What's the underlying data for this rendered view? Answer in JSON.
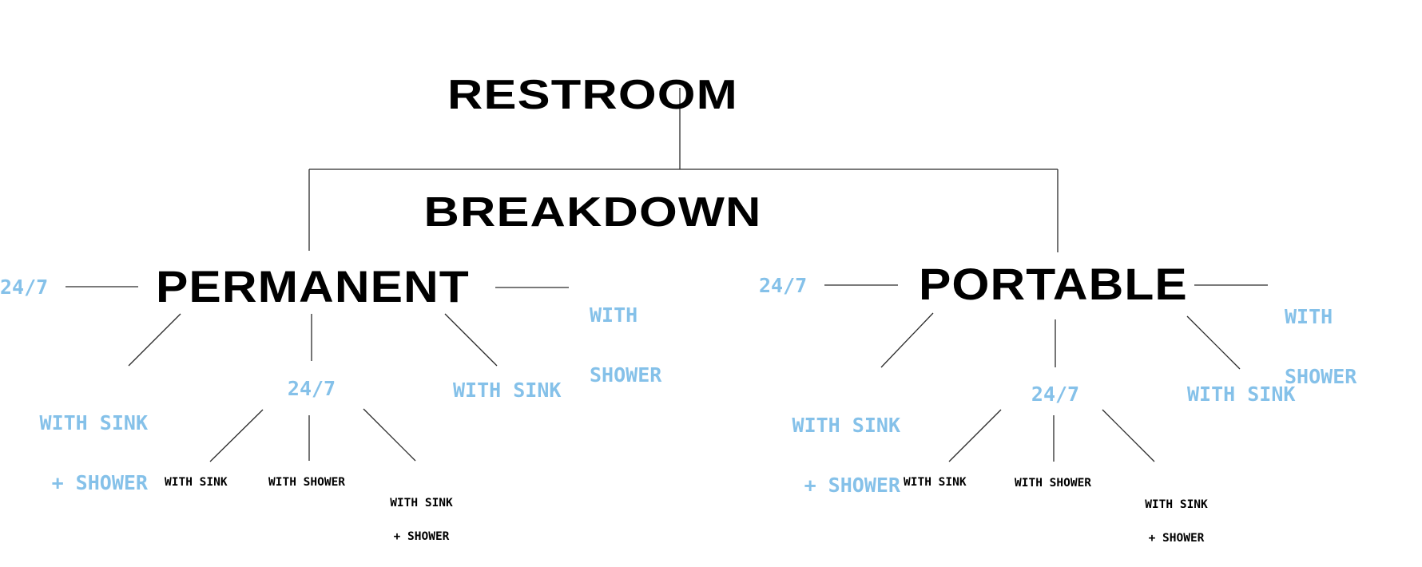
{
  "title": {
    "line1": "RESTROOM",
    "line2": "BREAKDOWN"
  },
  "colors": {
    "accent": "#85C1E9",
    "text": "#000000",
    "lines": "#2B2B2B"
  },
  "branches": [
    {
      "name": "PERMANENT",
      "left": "24/7",
      "right": {
        "line1": "WITH",
        "line2": "SHOWER"
      },
      "children": {
        "left": {
          "line1": "WITH SINK",
          "line2": "+ SHOWER"
        },
        "center": "24/7",
        "right": "WITH SINK"
      },
      "sub": {
        "left": "WITH SINK",
        "center": "WITH SHOWER",
        "right": {
          "line1": "WITH SINK",
          "line2": "+ SHOWER"
        }
      }
    },
    {
      "name": "PORTABLE",
      "left": "24/7",
      "right": {
        "line1": "WITH",
        "line2": "SHOWER"
      },
      "children": {
        "left": {
          "line1": "WITH SINK",
          "line2": "+ SHOWER"
        },
        "center": "24/7",
        "right": "WITH SINK"
      },
      "sub": {
        "left": "WITH SINK",
        "center": "WITH SHOWER",
        "right": {
          "line1": "WITH SINK",
          "line2": "+ SHOWER"
        }
      }
    }
  ]
}
